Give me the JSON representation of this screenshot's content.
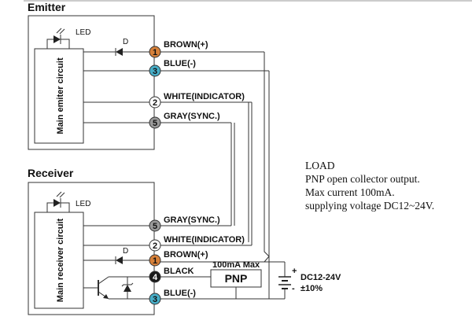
{
  "emitter": {
    "title": "Emitter",
    "led_label": "LED",
    "diode_label": "D",
    "circuit_label": "Main emiter circuit",
    "pins": [
      {
        "num": "1",
        "wire": "BROWN(+)",
        "color": "#d7813a",
        "text_color": "#111111"
      },
      {
        "num": "3",
        "wire": "BLUE(-)",
        "color": "#47aec8",
        "text_color": "#111111"
      },
      {
        "num": "2",
        "wire": "WHITE(INDICATOR)",
        "color": "#ffffff",
        "text_color": "#111111"
      },
      {
        "num": "5",
        "wire": "GRAY(SYNC.)",
        "color": "#9a9a9a",
        "text_color": "#111111"
      }
    ]
  },
  "receiver": {
    "title": "Receiver",
    "led_label": "LED",
    "diode_label": "D",
    "circuit_label": "Main receiver circuit",
    "pins": [
      {
        "num": "5",
        "wire": "GRAY(SYNC.)",
        "color": "#9a9a9a",
        "text_color": "#111111"
      },
      {
        "num": "2",
        "wire": "WHITE(INDICATOR)",
        "color": "#ffffff",
        "text_color": "#111111"
      },
      {
        "num": "1",
        "wire": "BROWN(+)",
        "color": "#d7813a",
        "text_color": "#111111"
      },
      {
        "num": "4",
        "wire": "BLACK",
        "color": "#1a1a1a",
        "text_color": "#ffffff"
      },
      {
        "num": "3",
        "wire": "BLUE(-)",
        "color": "#47aec8",
        "text_color": "#111111"
      }
    ]
  },
  "output": {
    "current_label": "100mA Max",
    "type_label": "PNP"
  },
  "supply": {
    "voltage": "DC12-24V",
    "tolerance": "±10%",
    "plus": "+",
    "minus": "-"
  },
  "notes": [
    "LOAD",
    "PNP open collector output.",
    "Max current 100mA.",
    "supplying voltage DC12~24V."
  ]
}
